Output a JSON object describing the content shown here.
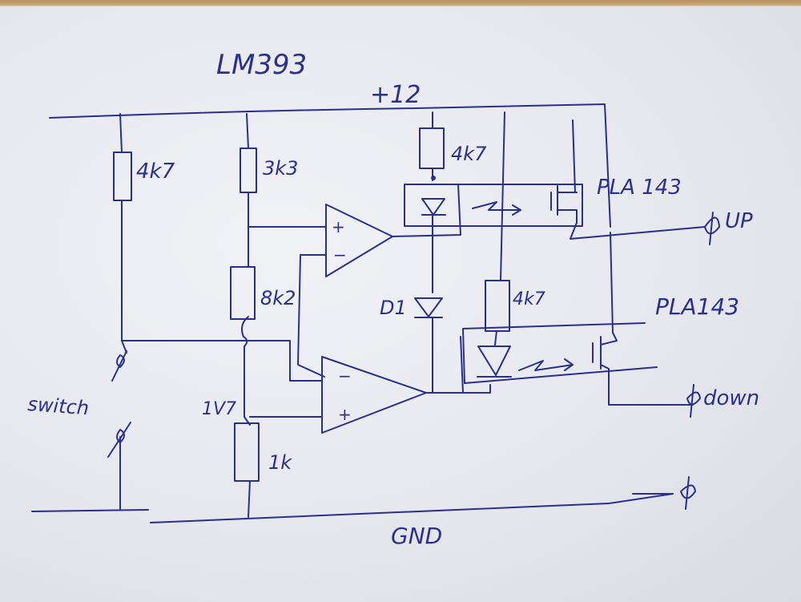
{
  "labels": {
    "chip": "LM393",
    "supply": "+12",
    "ground": "GND",
    "r_left": "4k7",
    "r_top": "3k3",
    "r_mid": "8k2",
    "r_bottom": "1k",
    "node_voltage": "1V7",
    "switch": "switch",
    "r_led_top": "4k7",
    "r_led_bottom": "4k7",
    "diode": "D1",
    "relay_top": "PLA 143",
    "relay_bottom": "PLA143",
    "out_up": "UP",
    "out_down": "down",
    "opamp_plus": "+",
    "opamp_minus": "−"
  },
  "colors": {
    "ink": "#2a2f8f",
    "paper": "#e8e9ef",
    "table": "#c9a477"
  }
}
